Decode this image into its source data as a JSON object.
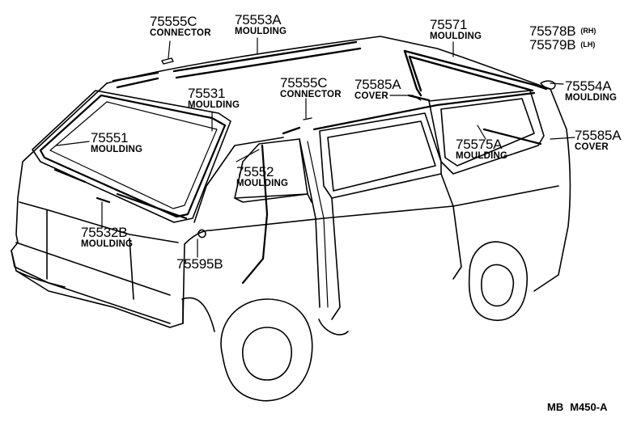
{
  "callouts": {
    "c75555c_roof": {
      "part_no": "75555C",
      "name": "CONNECTOR"
    },
    "c75553a": {
      "part_no": "75553A",
      "name": "MOULDING"
    },
    "c75571": {
      "part_no": "75571",
      "name": "MOULDING"
    },
    "c75578b": {
      "part_no": "75578B",
      "side": "(RH)"
    },
    "c75579b": {
      "part_no": "75579B",
      "side": "(LH)"
    },
    "c75554a": {
      "part_no": "75554A",
      "name": "MOULDING"
    },
    "c75531": {
      "part_no": "75531",
      "name": "MOULDING"
    },
    "c75555c_side": {
      "part_no": "75555C",
      "name": "CONNECTOR"
    },
    "c75585a_top": {
      "part_no": "75585A",
      "name": "COVER"
    },
    "c75551": {
      "part_no": "75551",
      "name": "MOULDING"
    },
    "c75585a_right": {
      "part_no": "75585A",
      "name": "COVER"
    },
    "c75575a": {
      "part_no": "75575A",
      "name": "MOULDING"
    },
    "c75552": {
      "part_no": "75552",
      "name": "MOULDING"
    },
    "c75532b": {
      "part_no": "75532B",
      "name": "MOULDING"
    },
    "c75595b": {
      "part_no": "75595B"
    }
  },
  "diagram_code": {
    "prefix": "MB",
    "number": "M450-A"
  }
}
